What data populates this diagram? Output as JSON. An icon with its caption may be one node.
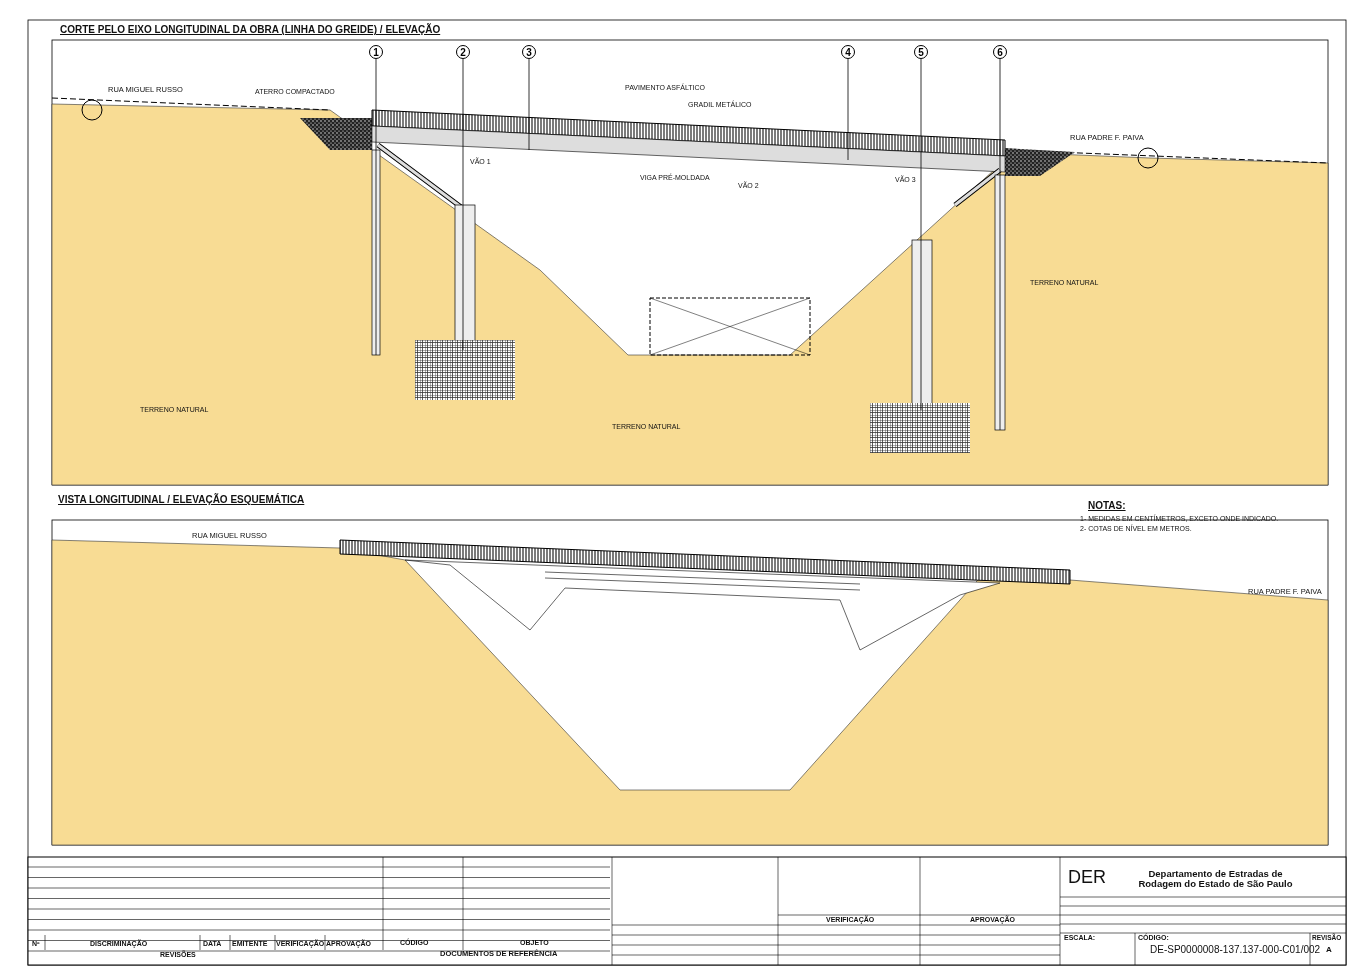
{
  "diagram": {
    "title": "CORTE PELO EIXO LONGITUDINAL DA OBRA (LINHA DO GREIDE) / ELEVAÇÃO",
    "nodes": [
      {
        "text": [
          "1"
        ]
      },
      {
        "text": [
          "2"
        ]
      },
      {
        "text": [
          "3"
        ]
      },
      {
        "text": [
          "4"
        ]
      },
      {
        "text": [
          "5"
        ]
      },
      {
        "text": [
          "6"
        ]
      }
    ],
    "labels": [
      "RUA MIGUEL RUSSO",
      "ATERRO COMPACTADO",
      "PAVIMENTO ASFÁLTICO",
      "GRADIL METÁLICO",
      "VÃO 1",
      "VIGA PRÉ-MOLDADA",
      "VÃO 2",
      "VÃO 3",
      "RUA PADRE F. PAIVA",
      "TERRENO NATURAL",
      "TERRENO NATURAL",
      "TERRENO NATURAL",
      "VISTA LONGITUDINAL / ELEVAÇÃO ESQUEMÁTICA",
      "RUA MIGUEL RUSSO",
      "NOTAS:",
      "1- MEDIDAS EM CENTÍMETROS, EXCETO ONDE INDICADO.",
      "2- COTAS DE NÍVEL EM METROS.",
      "RUA PADRE F. PAIVA",
      "Nº",
      "DISCRIMINAÇÃO",
      "DATA",
      "EMITENTE",
      "VERIFICAÇÃO",
      "APROVAÇÃO",
      "REVISÕES",
      "CÓDIGO",
      "OBJETO",
      "DOCUMENTOS DE REFERÊNCIA",
      "VERIFICAÇÃO",
      "APROVAÇÃO",
      "DER",
      "Departamento de Estradas de Rodagem do Estado de São Paulo",
      "ESCALA:",
      "CÓDIGO:",
      "REVISÃO",
      "DE-SP0000008-137.137-000-C01/002",
      "A"
    ]
  }
}
